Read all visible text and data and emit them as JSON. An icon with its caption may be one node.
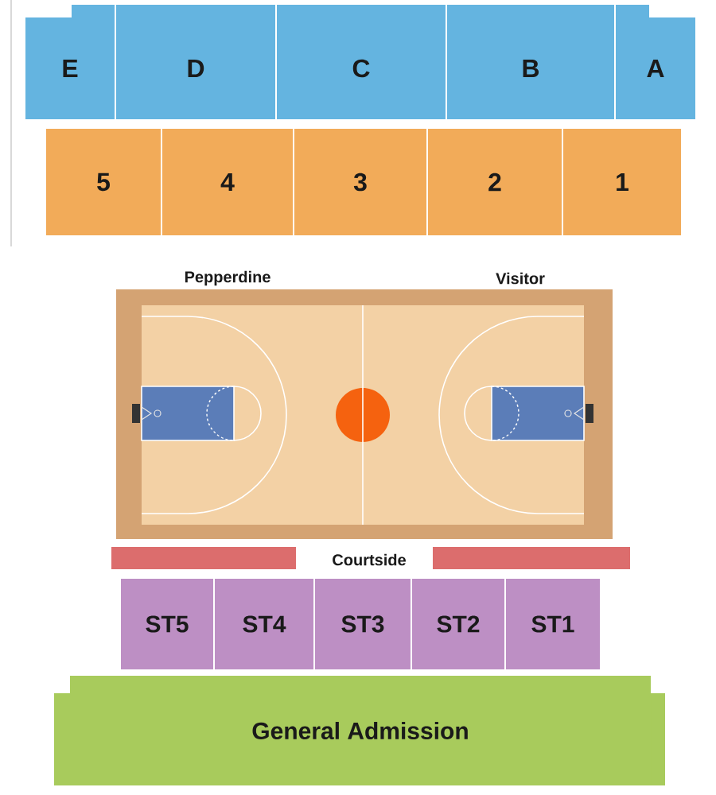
{
  "diagram": {
    "nodes": [
      {
        "text": [
          "E"
        ]
      },
      {
        "text": [
          "D"
        ]
      },
      {
        "text": [
          "C"
        ]
      },
      {
        "text": [
          "B"
        ]
      },
      {
        "text": [
          "A"
        ]
      },
      {
        "text": [
          "5"
        ]
      },
      {
        "text": [
          "4"
        ]
      },
      {
        "text": [
          "3"
        ]
      },
      {
        "text": [
          "2"
        ]
      },
      {
        "text": [
          "1"
        ]
      },
      {
        "text": [],
        "shape": "bar"
      },
      {
        "text": [],
        "shape": "bar"
      },
      {
        "text": [
          "ST5"
        ]
      },
      {
        "text": [
          "ST4"
        ]
      },
      {
        "text": [
          "ST3"
        ]
      },
      {
        "text": [
          "ST2"
        ]
      },
      {
        "text": [
          "ST1"
        ]
      },
      {
        "text": [
          "General Admission"
        ]
      }
    ],
    "labels": [
      "Pepperdine",
      "Visitor",
      "Courtside"
    ]
  }
}
